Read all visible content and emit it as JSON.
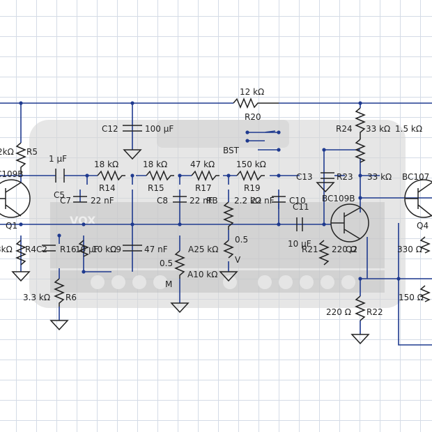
{
  "schematic": {
    "brand_logo": "VOX",
    "labels": {
      "r20_value": "12 kΩ",
      "r20": "R20",
      "c12": "C12",
      "c12_value": "100 µF",
      "r24": "R24",
      "r24_value": "33 kΩ",
      "r24_value2": "1.5 kΩ",
      "r5_value": "2kΩ",
      "r5": "R5",
      "c5_value": "1 µF",
      "c5": "C5",
      "q1_type": "C109B",
      "q1": "Q1",
      "r14_value": "18 kΩ",
      "r14": "R14",
      "r15_value": "18 kΩ",
      "r15": "R15",
      "r17_value": "47 kΩ",
      "r17": "R17",
      "bst": "BST",
      "r19_value": "150 kΩ",
      "r19": "R19",
      "c7": "C7",
      "c7_value": "22 nF",
      "c8": "C8",
      "c8_value": "22 nF",
      "rb": "RB",
      "r18_value": "2.2 kΩ",
      "c9_value": "22 nF",
      "c10": "C10",
      "c11": "C11",
      "c13": "C13",
      "r23": "R23",
      "r23_value": "33 kΩ",
      "q2_type": "BC109B",
      "q3_type": "BC107",
      "q4": "Q4",
      "r4_value": "3kΩ",
      "r4": "R4",
      "c2": "C2",
      "r16": "R16",
      "r16_value": "10 µF",
      "c3_value": "10 kΩ",
      "c9": "C9",
      "c47_value": "47 nF",
      "a25": "A25 kΩ",
      "pot_05a": "0.5",
      "pot_05b": "0.5",
      "a10": "A10 kΩ",
      "pot_v": "V",
      "pot_m": "M",
      "c11_value": "10 µF",
      "r21": "R21",
      "r21_value": "220 Ω",
      "q2": "Q2",
      "r_330": "330 Ω",
      "r6_value": "3.3 kΩ",
      "r6": "R6",
      "r22_value": "220 Ω",
      "r22": "R22",
      "r_150": "150 Ω"
    }
  }
}
